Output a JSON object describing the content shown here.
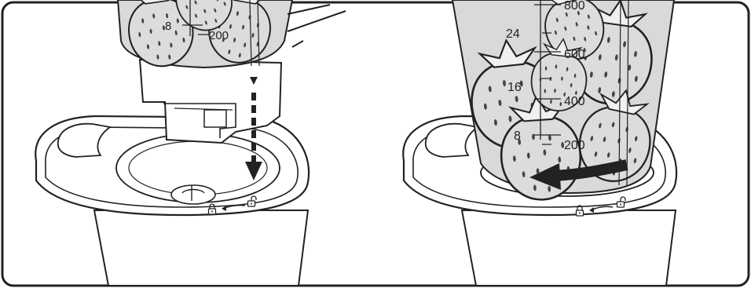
{
  "left_panel": {
    "jar_scale": {
      "ounce_mark": "8",
      "ml_mark": "200"
    },
    "lock_icons": [
      "lock-closed",
      "lock-open"
    ]
  },
  "right_panel": {
    "jar_scale": {
      "ml_marks": [
        "800",
        "600",
        "400",
        "200"
      ],
      "ounce_marks": [
        "24",
        "16",
        "8"
      ]
    },
    "lock_icons": [
      "lock-closed",
      "lock-open"
    ]
  },
  "colors": {
    "line": "#222222",
    "jar_fill": "#d9d9d9",
    "page": "#ffffff"
  }
}
